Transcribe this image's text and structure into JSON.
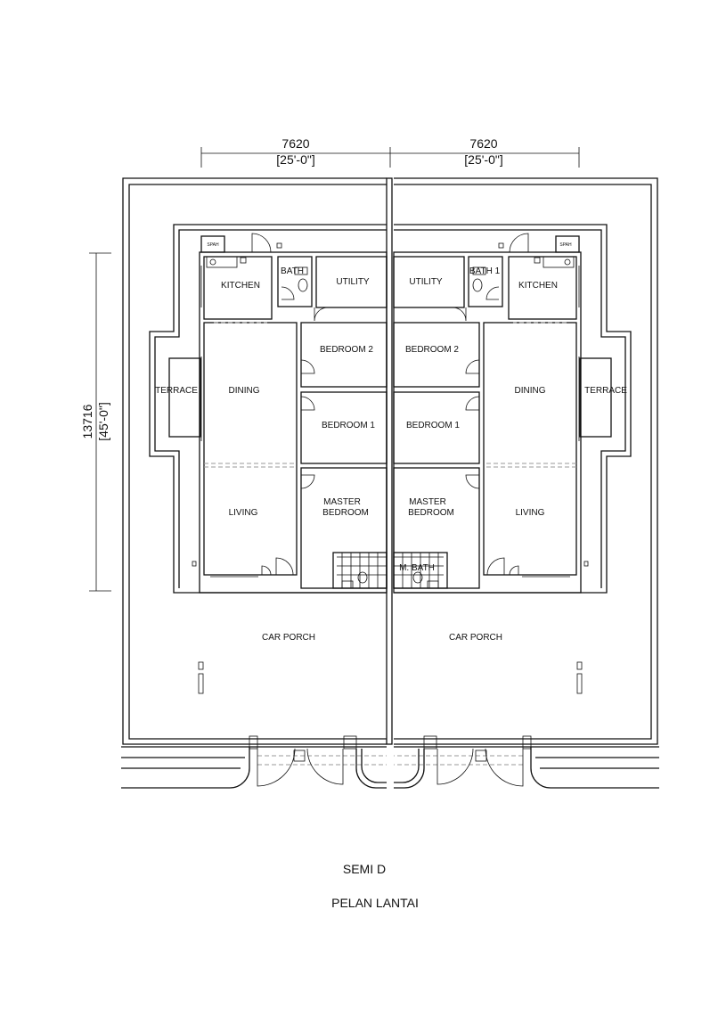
{
  "dimensions": {
    "width_left_mm": "7620",
    "width_left_ft": "[25'-0\"]",
    "width_right_mm": "7620",
    "width_right_ft": "[25'-0\"]",
    "depth_mm": "13716",
    "depth_ft": "[45'-0\"]"
  },
  "left_unit": {
    "spah": "SPAH",
    "kitchen": "KITCHEN",
    "bath": "BATH",
    "utility": "UTILITY",
    "bedroom2": "BEDROOM 2",
    "bedroom1": "BEDROOM 1",
    "dining": "DINING",
    "terrace": "TERRACE",
    "living": "LIVING",
    "master1": "MASTER",
    "master2": "BEDROOM",
    "car_porch": "CAR PORCH"
  },
  "right_unit": {
    "spah": "SPAH",
    "kitchen": "KITCHEN",
    "bath": "BATH 1",
    "utility": "UTILITY",
    "bedroom2": "BEDROOM 2",
    "bedroom1": "BEDROOM 1",
    "dining": "DINING",
    "terrace": "TERRACE",
    "living": "LIVING",
    "master1": "MASTER",
    "master2": "BEDROOM",
    "car_porch": "CAR PORCH"
  },
  "m_bath": "M. BATH",
  "title": "SEMI D",
  "subtitle": "PELAN LANTAI"
}
